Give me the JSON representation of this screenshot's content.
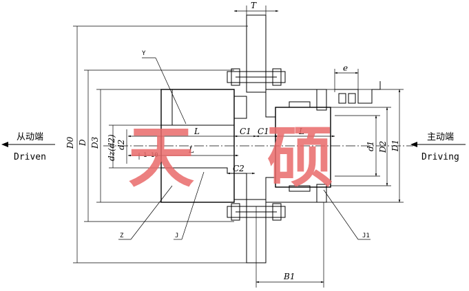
{
  "labels": {
    "driven_cn": "从动端",
    "driven_en": "Driven",
    "driving_cn": "主动端",
    "driving_en": "Driving",
    "watermark_left": "天",
    "watermark_right": "硕"
  },
  "dimensions": {
    "T": "T",
    "e": "e",
    "D0": "D0",
    "D": "D",
    "D3": "D3",
    "dz": "dz(d2)",
    "d2": "d2",
    "L_top": "L",
    "L_bottom": "L",
    "L_right": "L",
    "C1_left": "C1",
    "C1_right": "C1",
    "C2": "C2",
    "d1": "d1",
    "D2": "D2",
    "D1": "D1",
    "B1": "B1",
    "small_gap": "1-10"
  },
  "parts": {
    "Y": "Y",
    "Z": "Z",
    "J": "J",
    "J1": "J1"
  },
  "colors": {
    "watermark": "#e96a6a",
    "lines": "#000000"
  }
}
